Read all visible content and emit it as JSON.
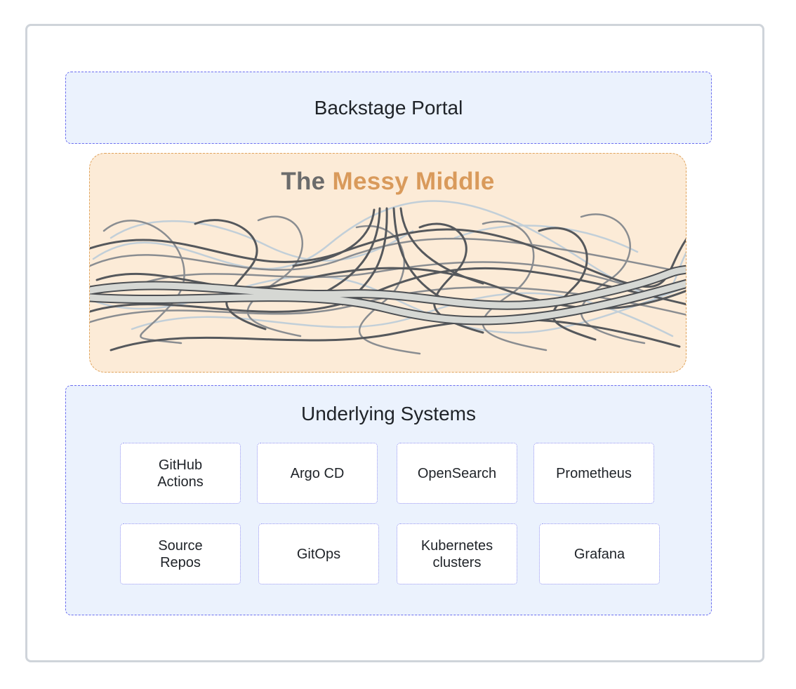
{
  "portal": {
    "title": "Backstage Portal"
  },
  "messy_middle": {
    "title_part1": "The",
    "title_part2": "Messy Middle"
  },
  "systems": {
    "title": "Underlying Systems",
    "items": [
      {
        "label": "GitHub\nActions"
      },
      {
        "label": "Argo CD"
      },
      {
        "label": "OpenSearch"
      },
      {
        "label": "Prometheus"
      },
      {
        "label": "Source\nRepos"
      },
      {
        "label": "GitOps"
      },
      {
        "label": "Kubernetes\nclusters"
      },
      {
        "label": "Grafana"
      }
    ]
  },
  "colors": {
    "portal_fill": "#ebf2fd",
    "portal_border": "#6a6cf0",
    "messy_fill": "#fcebd7",
    "messy_border": "#e0a35c",
    "messy_accent": "#d99a5b"
  }
}
